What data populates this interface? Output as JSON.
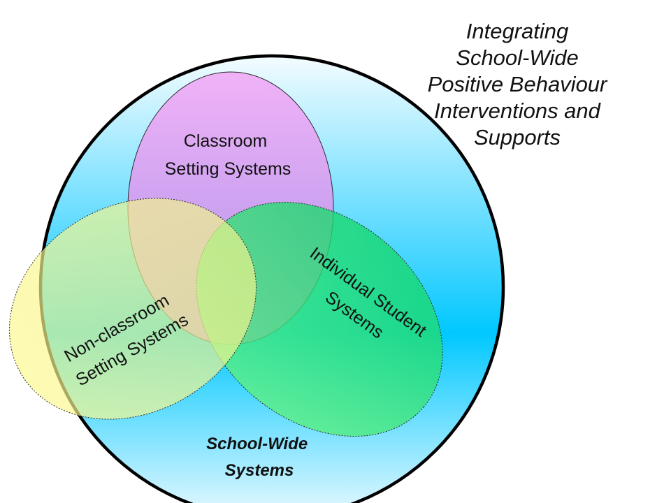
{
  "title_lines": [
    "Integrating",
    "School-Wide",
    "Positive Behaviour",
    "Interventions and",
    "Supports"
  ],
  "sets": {
    "school_wide": {
      "lines": [
        "School-Wide",
        "Systems"
      ]
    },
    "classroom": {
      "lines": [
        "Classroom",
        "Setting Systems"
      ]
    },
    "non_classroom": {
      "lines": [
        "Non-classroom",
        "Setting Systems"
      ]
    },
    "individual": {
      "lines": [
        "Individual Student",
        "Systems"
      ]
    }
  },
  "colors": {
    "school_wide_center": "#00c8ff",
    "school_wide_edge": "#ffffff",
    "classroom": "#e88cf2",
    "non_classroom": "#f6f07a",
    "individual": "#14e46e",
    "outline": "#000000"
  }
}
